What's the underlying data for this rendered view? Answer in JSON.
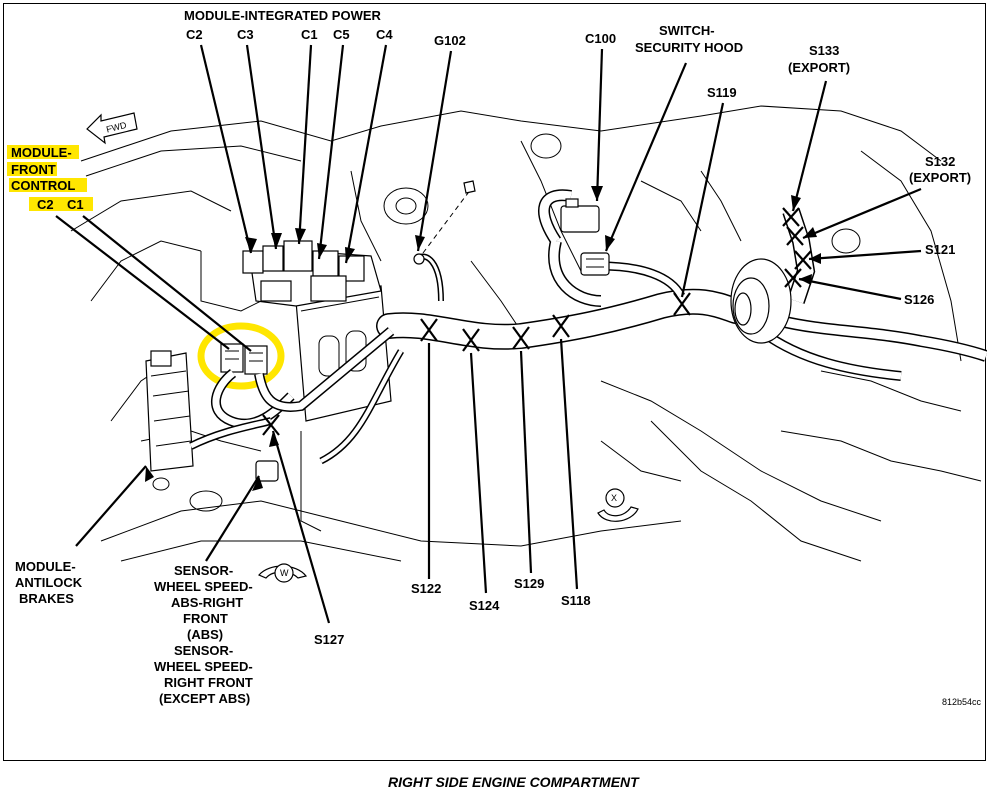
{
  "caption": "RIGHT SIDE ENGINE COMPARTMENT",
  "ref_code": "812b54cc",
  "labels": {
    "mip_title": "MODULE-INTEGRATED POWER",
    "c2_top": "C2",
    "c3_top": "C3",
    "c1_top": "C1",
    "c5_top": "C5",
    "c4_top": "C4",
    "g102": "G102",
    "c100": "C100",
    "switch_1": "SWITCH-",
    "switch_2": "SECURITY HOOD",
    "s119": "S119",
    "s133_1": "S133",
    "s133_2": "(EXPORT)",
    "s132_1": "S132",
    "s132_2": "(EXPORT)",
    "s121": "S121",
    "s126": "S126",
    "mfc_1": "MODULE-",
    "mfc_2": "FRONT",
    "mfc_3": "CONTROL",
    "mfc_c2": "C2",
    "mfc_c1": "C1",
    "fwd": "FWD",
    "mab_1": "MODULE-",
    "mab_2": "ANTILOCK",
    "mab_3": "BRAKES",
    "sen_1": "SENSOR-",
    "sen_2": "WHEEL SPEED-",
    "sen_3": "ABS-RIGHT",
    "sen_4": "FRONT",
    "sen_5": "(ABS)",
    "sen_6": "SENSOR-",
    "sen_7": "WHEEL SPEED-",
    "sen_8": "RIGHT FRONT",
    "sen_9": "(EXCEPT ABS)",
    "s127": "S127",
    "s122": "S122",
    "s124": "S124",
    "s129": "S129",
    "s118": "S118",
    "w_marker": "W",
    "x_marker": "X"
  },
  "colors": {
    "highlight": "#ffe600",
    "ink": "#000000"
  }
}
